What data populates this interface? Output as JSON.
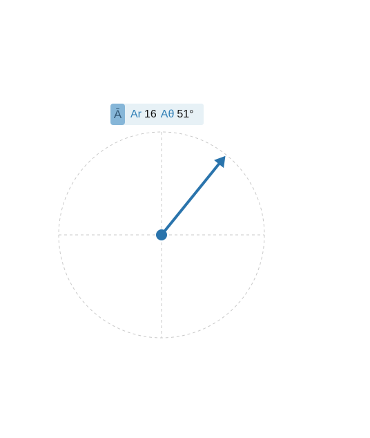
{
  "vector_label": {
    "badge_text": "Ā",
    "radius_label": "Ar",
    "radius_value": "16",
    "angle_label": "Aθ",
    "angle_value": "51°"
  },
  "diagram": {
    "type": "polar-vector",
    "magnitude": 16,
    "angle_degrees": 51,
    "colors": {
      "vector": "#2a74ac",
      "guide": "#c9c9c9",
      "label_bg": "#e7f1f6",
      "badge_bg": "#86b6d8"
    }
  }
}
